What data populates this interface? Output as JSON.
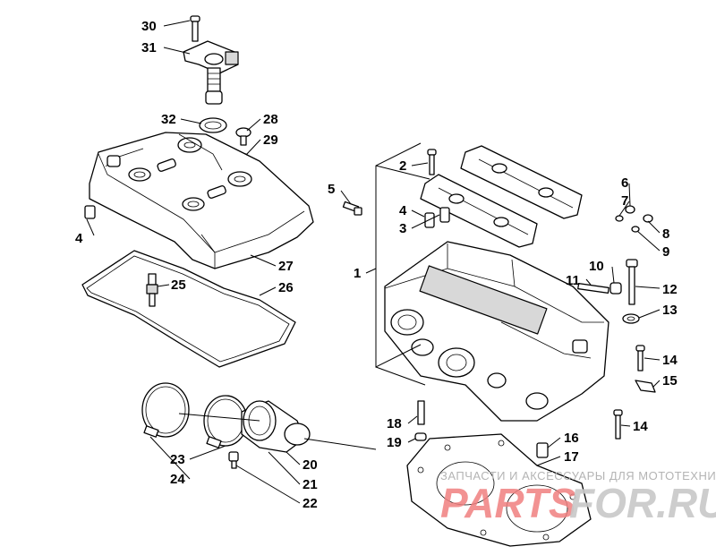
{
  "callouts": {
    "c1": "1",
    "c2": "2",
    "c3": "3",
    "c4a": "4",
    "c4b": "4",
    "c5": "5",
    "c6": "6",
    "c7": "7",
    "c8": "8",
    "c9": "9",
    "c10": "10",
    "c11": "11",
    "c12": "12",
    "c13": "13",
    "c14a": "14",
    "c14b": "14",
    "c15": "15",
    "c16": "16",
    "c17": "17",
    "c18": "18",
    "c19": "19",
    "c20": "20",
    "c21": "21",
    "c22": "22",
    "c23": "23",
    "c24": "24",
    "c25": "25",
    "c26": "26",
    "c27": "27",
    "c28": "28",
    "c29": "29",
    "c30": "30",
    "c31": "31",
    "c32": "32"
  },
  "watermark": {
    "tagline": "ЗАПЧАСТИ И АКСЕССУАРЫ ДЛЯ МОТОТЕХНИКИ",
    "brand_part1": "PARTS",
    "brand_part2": "FOR.RU"
  },
  "colors": {
    "line": "#000000",
    "background": "#ffffff",
    "watermark_red": "#f08080",
    "watermark_gray": "#c8c8c8"
  }
}
